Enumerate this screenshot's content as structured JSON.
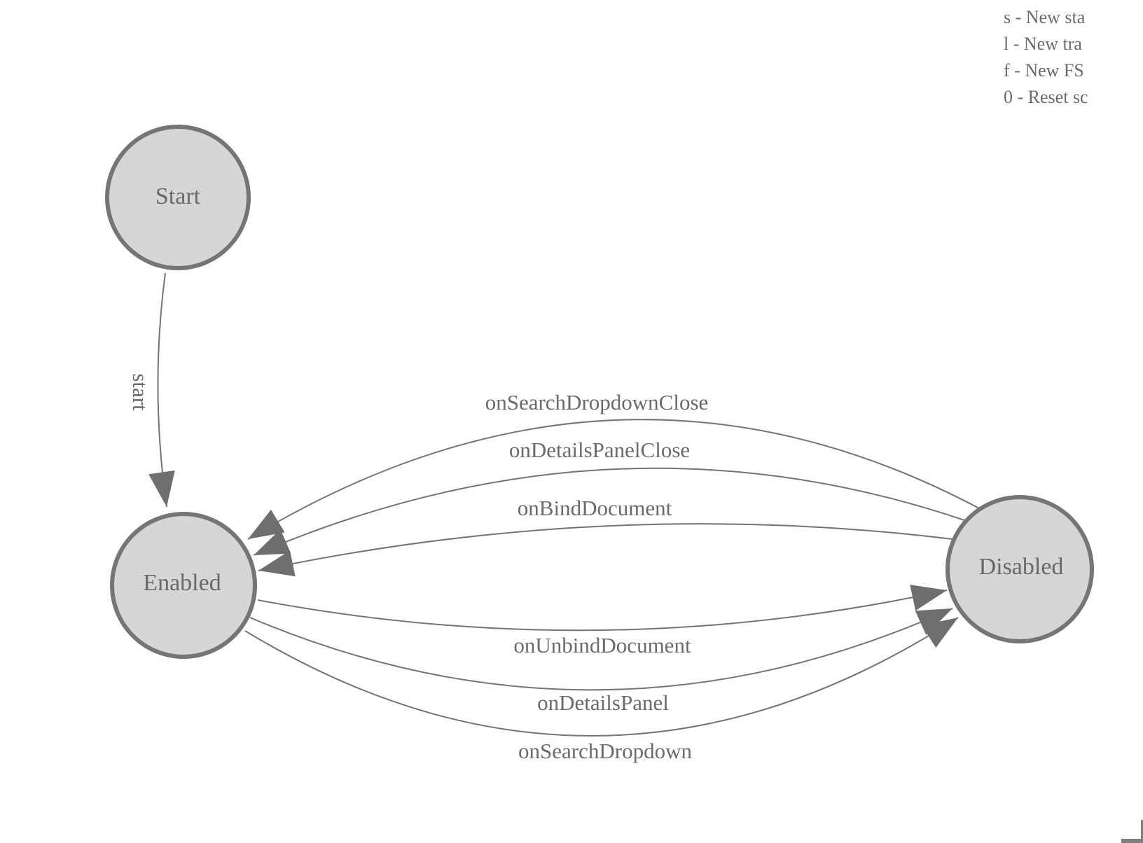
{
  "legend": {
    "lines": [
      "s - New sta",
      "l - New tra",
      "f - New FS",
      "0 - Reset sc"
    ]
  },
  "states": {
    "start": {
      "label": "Start"
    },
    "enabled": {
      "label": "Enabled"
    },
    "disabled": {
      "label": "Disabled"
    }
  },
  "transitions": {
    "start": {
      "label": "start",
      "from": "Start",
      "to": "Enabled"
    },
    "disabled_to_enabled": [
      {
        "label": "onSearchDropdownClose"
      },
      {
        "label": "onDetailsPanelClose"
      },
      {
        "label": "onBindDocument"
      }
    ],
    "enabled_to_disabled": [
      {
        "label": "onUnbindDocument"
      },
      {
        "label": "onDetailsPanel"
      },
      {
        "label": "onSearchDropdown"
      }
    ]
  },
  "colors": {
    "state_fill": "#d6d6d6",
    "state_stroke": "#757575",
    "edge_stroke": "#747474",
    "arrowhead": "#6e6e6e",
    "state_text": "#66696c",
    "edge_text": "#6a6a6a",
    "legend_text": "#6b6b6b",
    "corner_handle": "#7f7f7f"
  }
}
